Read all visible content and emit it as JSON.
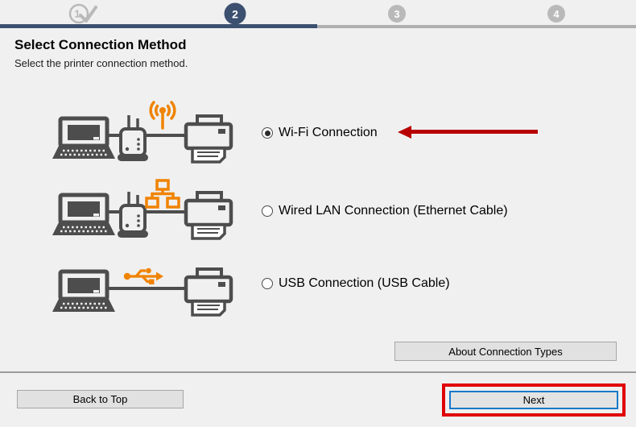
{
  "stepper": {
    "steps": [
      {
        "number": "1",
        "state": "completed"
      },
      {
        "number": "2",
        "state": "current"
      },
      {
        "number": "3",
        "state": "upcoming"
      },
      {
        "number": "4",
        "state": "upcoming"
      }
    ]
  },
  "header": {
    "title": "Select Connection Method",
    "subtitle": "Select the printer connection method."
  },
  "options": [
    {
      "label": "Wi-Fi Connection",
      "selected": true,
      "icon": "laptop-router-wifi-printer"
    },
    {
      "label": "Wired LAN Connection (Ethernet Cable)",
      "selected": false,
      "icon": "laptop-router-ethernet-printer"
    },
    {
      "label": "USB Connection (USB Cable)",
      "selected": false,
      "icon": "laptop-usb-printer"
    }
  ],
  "buttons": {
    "about_connection_types": "About Connection Types",
    "back_to_top": "Back to Top",
    "next": "Next"
  },
  "annotations": {
    "arrow_points_to": "Wi-Fi Connection",
    "highlight_around": "Next"
  },
  "colors": {
    "background": "#F0F0F0",
    "icon_gray": "#4D4D4D",
    "accent_orange": "#F08300",
    "step_active_navy": "#3C5070",
    "step_inactive_gray": "#B9B9B9",
    "annotation_red": "#E00000",
    "arrow_red": "#B70000",
    "next_focus_blue": "#1879C8",
    "button_face": "#E1E1E1"
  }
}
